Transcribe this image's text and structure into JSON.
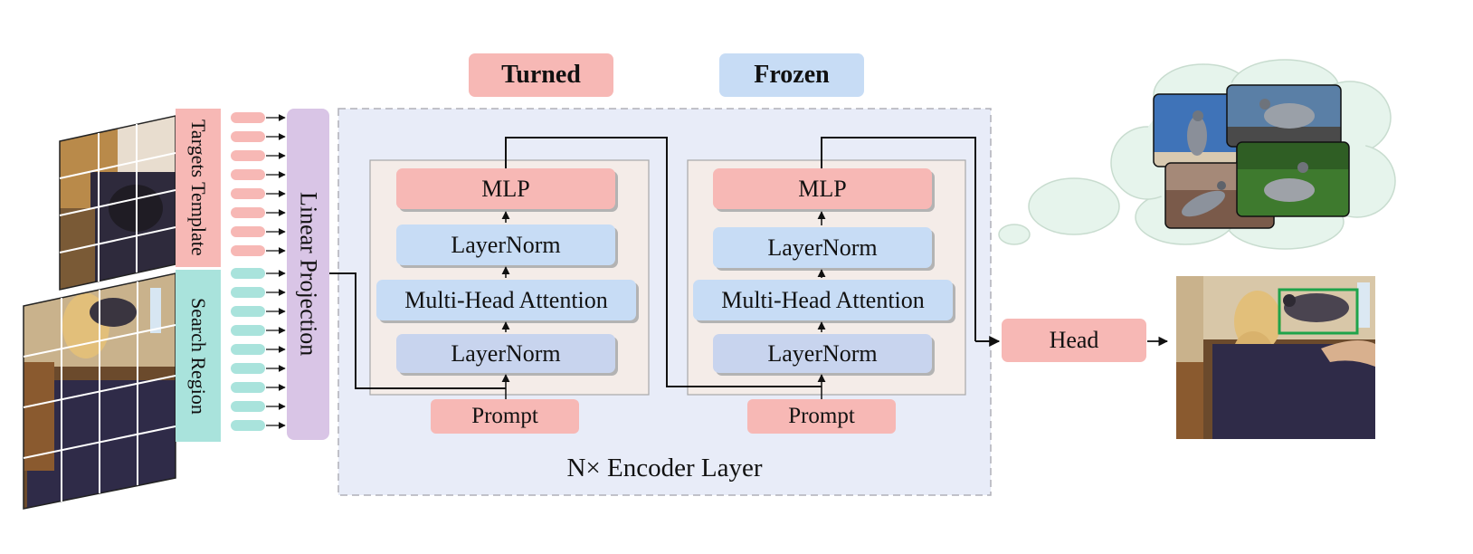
{
  "legend": {
    "tuned_label": "Turned",
    "tuned_color": "#f7b8b5",
    "frozen_label": "Frozen",
    "frozen_color": "#c7dcf5"
  },
  "input": {
    "template_label": "Targets Template",
    "template_color": "#f7b8b5",
    "search_label": "Search Region",
    "search_color": "#a9e3dc",
    "token_color_template": "#f7b8b5",
    "token_color_search": "#a9e3dc",
    "projection_label": "Linear Projection",
    "projection_color": "#d9c5e6"
  },
  "encoder": {
    "caption": "N× Encoder Layer",
    "background_color": "#e8ecf8",
    "blocks": [
      {
        "mlp": "MLP",
        "norm_top": "LayerNorm",
        "attention": "Multi-Head Attention",
        "norm_bottom": "LayerNorm",
        "prompt": "Prompt"
      },
      {
        "mlp": "MLP",
        "norm_top": "LayerNorm",
        "attention": "Multi-Head Attention",
        "norm_bottom": "LayerNorm",
        "prompt": "Prompt"
      }
    ]
  },
  "head": {
    "label": "Head",
    "color": "#f7b8b5"
  },
  "thought_cloud": {
    "subject": "pigeon photos",
    "color": "#e6f4ec"
  },
  "output": {
    "subject": "tracked pigeon with bounding box",
    "box_color": "#1fa34a"
  }
}
